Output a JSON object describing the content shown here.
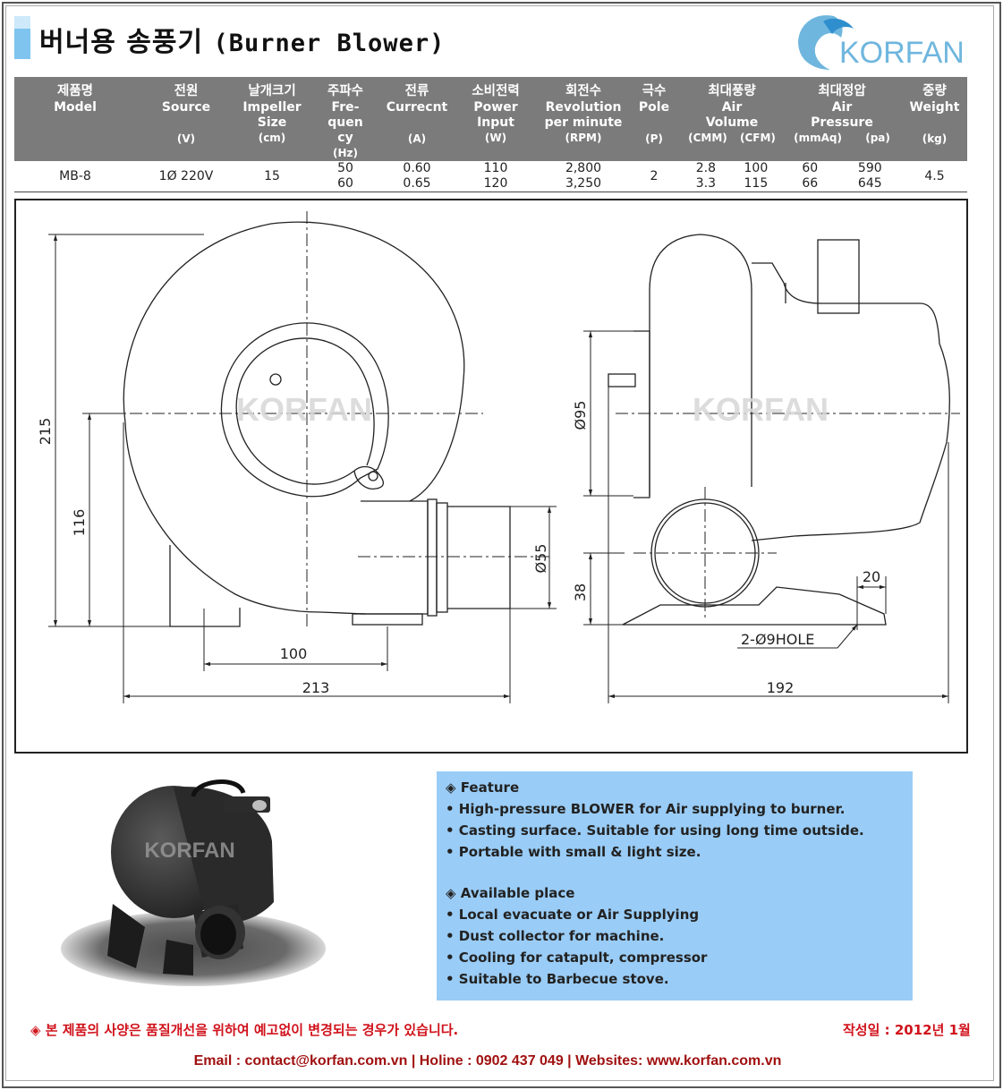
{
  "header": {
    "title_kr": "버너용 송풍기",
    "title_en": "(Burner Blower)",
    "logo_text": "KORFAN"
  },
  "table": {
    "columns": [
      {
        "kr": "제품명",
        "en": "Model",
        "unit": ""
      },
      {
        "kr": "전원",
        "en": "Source",
        "unit": "(V)"
      },
      {
        "kr": "날개크기",
        "en": "Impeller Size",
        "unit": "(cm)"
      },
      {
        "kr": "주파수",
        "en": "Fre-quency",
        "unit": "(Hz)"
      },
      {
        "kr": "전류",
        "en": "Currecnt",
        "unit": "(A)"
      },
      {
        "kr": "소비전력",
        "en": "Power Input",
        "unit": "(W)"
      },
      {
        "kr": "회전수",
        "en": "Revolution per minute",
        "unit": "(RPM)"
      },
      {
        "kr": "극수",
        "en": "Pole",
        "unit": "(P)"
      },
      {
        "kr": "최대풍량",
        "en": "Air Volume",
        "unit_a": "(CMM)",
        "unit_b": "(CFM)"
      },
      {
        "kr": "최대정압",
        "en": "Air Pressure",
        "unit_a": "(mmAq)",
        "unit_b": "(pa)"
      },
      {
        "kr": "중량",
        "en": "Weight",
        "unit": "(kg)"
      }
    ],
    "row": {
      "model": "MB-8",
      "source": "1Ø 220V",
      "impeller": "15",
      "freq": [
        "50",
        "60"
      ],
      "current": [
        "0.60",
        "0.65"
      ],
      "power": [
        "110",
        "120"
      ],
      "rpm": [
        "2,800",
        "3,250"
      ],
      "pole": "2",
      "cmm": [
        "2.8",
        "3.3"
      ],
      "cfm": [
        "100",
        "115"
      ],
      "mmaq": [
        "60",
        "66"
      ],
      "pa": [
        "590",
        "645"
      ],
      "weight": "4.5"
    }
  },
  "drawing": {
    "watermark": "KORFAN",
    "dims": {
      "h215": "215",
      "h116": "116",
      "w100": "100",
      "w213": "213",
      "d55": "Ø55",
      "d95": "Ø95",
      "h38": "38",
      "w20": "20",
      "hole": "2-Ø9HOLE",
      "w192": "192"
    }
  },
  "photo": {
    "watermark": "KORFAN"
  },
  "features": {
    "feature_title": "◈ Feature",
    "feature_items": [
      "• High-pressure BLOWER for Air supplying to burner.",
      "• Casting surface. Suitable for using long time outside.",
      "• Portable with small & light size."
    ],
    "place_title": "◈ Available place",
    "place_items": [
      "• Local evacuate or Air Supplying",
      "• Dust collector for machine.",
      "• Cooling for catapult, compressor",
      "• Suitable to Barbecue stove."
    ]
  },
  "footer": {
    "notice": "◈ 본 제품의 사양은 품질개선을 위하여 예고없이 변경되는 경우가 있습니다.",
    "date": "작성일 : 2012년 1월",
    "contact": "Email : contact@korfan.com.vn | Holine : 0902 437 049 | Websites: www.korfan.com.vn"
  },
  "colors": {
    "accent_blue": "#7ec4ef",
    "feature_bg": "#99ccf6",
    "header_gray": "#7b7b7b",
    "footer_red": "#d0121b"
  }
}
